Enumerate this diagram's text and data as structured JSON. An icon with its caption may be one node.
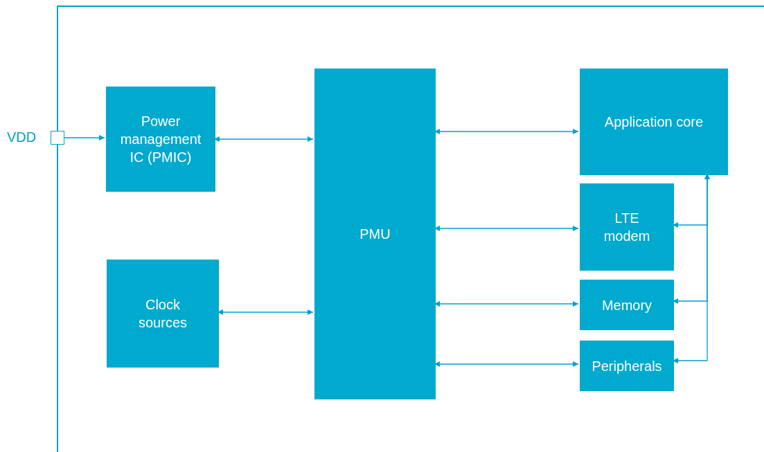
{
  "diagram": {
    "nodes": [
      {
        "text": [],
        "shape": "box"
      },
      {
        "text": [],
        "shape": "box",
        "beside": [
          "VDD"
        ]
      },
      {
        "text": [
          "Power management IC (PMIC)"
        ],
        "in": 0
      },
      {
        "text": [
          "Clock sources"
        ],
        "in": 0
      },
      {
        "text": [
          "PMU"
        ],
        "in": 0
      },
      {
        "text": [
          "Application core"
        ],
        "in": 0
      },
      {
        "text": [
          "LTE modem"
        ],
        "in": 0
      },
      {
        "text": [
          "Memory"
        ],
        "in": 0
      },
      {
        "text": [
          "Peripherals"
        ],
        "in": 0
      }
    ],
    "edges": [
      {
        "from": 1,
        "to": 2,
        "arrow": "to"
      },
      {
        "from": 2,
        "to": 4,
        "arrow": "both"
      },
      {
        "from": 3,
        "to": 4,
        "arrow": "both"
      },
      {
        "from": 4,
        "to": 5,
        "arrow": "both"
      },
      {
        "from": 4,
        "to": 6,
        "arrow": "both"
      },
      {
        "from": 4,
        "to": 7,
        "arrow": "both"
      },
      {
        "from": 4,
        "to": 8,
        "arrow": "both"
      },
      {
        "from": 6,
        "to": 5,
        "arrow": "both"
      },
      {
        "from": 7,
        "to": 5,
        "arrow": "both"
      },
      {
        "from": 8,
        "to": 5,
        "arrow": "both"
      }
    ]
  }
}
